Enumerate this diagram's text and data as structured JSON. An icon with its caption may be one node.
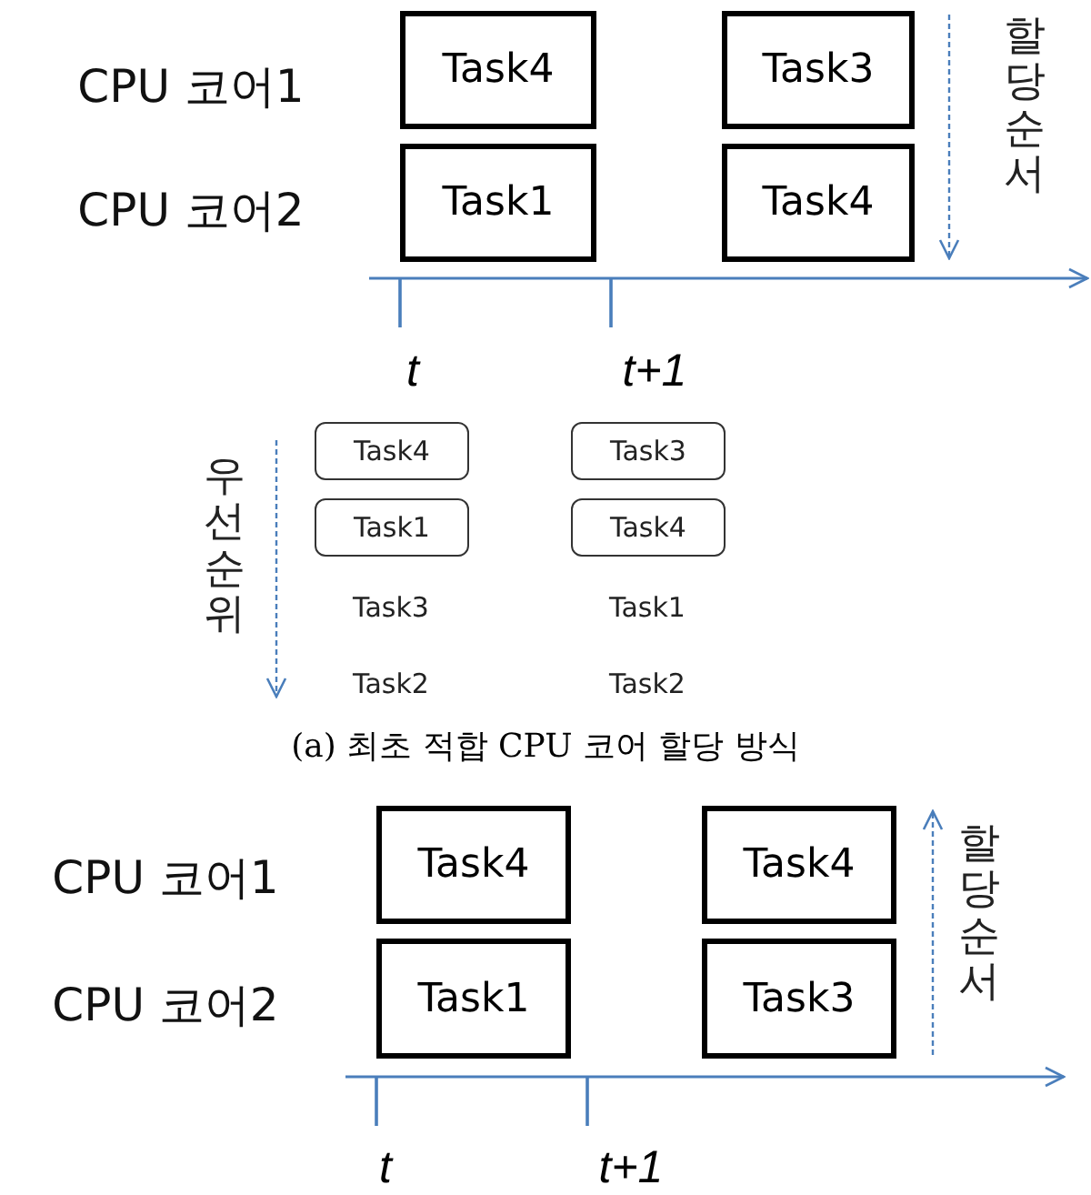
{
  "diagram": {
    "caption": "(a) 최초 적합 CPU 코어 할당 방식",
    "nodes": [
      {
        "text": [
          "Task4"
        ]
      },
      {
        "text": [
          "Task3"
        ]
      },
      {
        "text": [
          "Task1"
        ]
      },
      {
        "text": [
          "Task4"
        ]
      },
      {
        "text": [
          "Task4"
        ]
      },
      {
        "text": [
          "Task3"
        ]
      },
      {
        "text": [
          "Task1"
        ]
      },
      {
        "text": [
          "Task4"
        ]
      },
      {
        "text": [
          "Task4"
        ]
      },
      {
        "text": [
          "Task4"
        ]
      },
      {
        "text": [
          "Task1"
        ]
      },
      {
        "text": [
          "Task3"
        ]
      }
    ],
    "labels": [
      "CPU 코어1",
      "할당순서",
      "CPU 코어2",
      "t",
      "t+1",
      "우선순위",
      "Task3",
      "Task1",
      "Task2",
      "Task2",
      "CPU 코어1",
      "할당순서",
      "CPU 코어2",
      "t",
      "t+1"
    ]
  }
}
